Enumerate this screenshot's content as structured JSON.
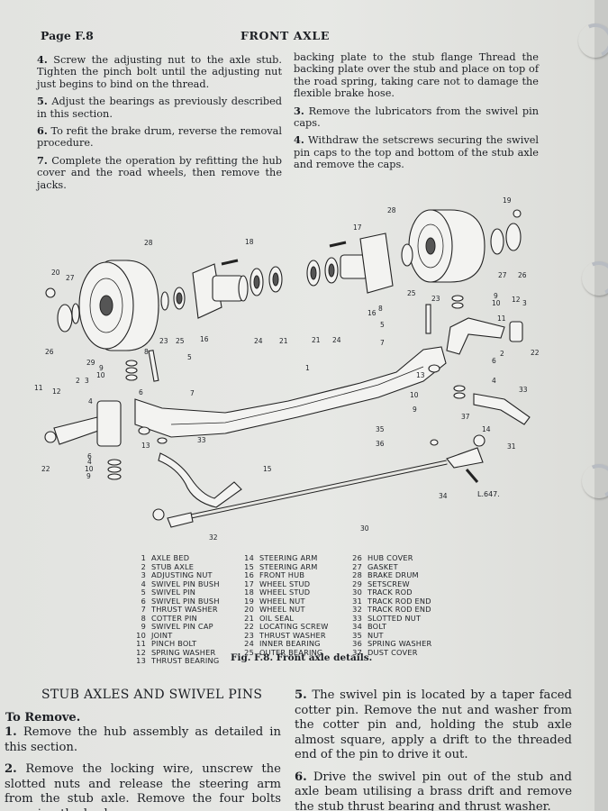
{
  "header": {
    "page_number": "Page F.8",
    "title": "FRONT AXLE"
  },
  "top_left": [
    {
      "num": "4.",
      "text": "Screw the adjusting nut to the axle stub. Tighten the pinch bolt until the adjusting nut just begins to bind on the thread."
    },
    {
      "num": "5.",
      "text": "Adjust the bearings as previously described in this section."
    },
    {
      "num": "6.",
      "text": "To refit the brake drum, reverse the removal procedure."
    },
    {
      "num": "7.",
      "text": "Complete the operation by refitting the hub cover and the road wheels, then remove the jacks."
    }
  ],
  "top_right": [
    {
      "num": "",
      "text": "backing plate to the stub flange  Thread the backing plate over the stub and place on top of the road spring, taking care not to damage the flexible brake hose."
    },
    {
      "num": "3.",
      "text": "Remove the lubricators from the swivel pin caps."
    },
    {
      "num": "4.",
      "text": "Withdraw the setscrews securing the swivel pin caps to the top and bottom of the stub axle and remove the caps."
    }
  ],
  "figure": {
    "drawing_code": "L.647.",
    "callouts": [
      "1",
      "2",
      "3",
      "4",
      "5",
      "6",
      "7",
      "8",
      "9",
      "10",
      "11",
      "12",
      "13",
      "14",
      "15",
      "16",
      "17",
      "18",
      "19",
      "20",
      "21",
      "22",
      "23",
      "24",
      "25",
      "26",
      "27",
      "28",
      "29",
      "30",
      "31",
      "32",
      "33",
      "34",
      "35",
      "36",
      "37"
    ]
  },
  "legend": [
    [
      {
        "n": "1",
        "t": "Axle bed"
      },
      {
        "n": "2",
        "t": "Stub axle"
      },
      {
        "n": "3",
        "t": "Adjusting nut"
      },
      {
        "n": "4",
        "t": "Swivel pin bush"
      },
      {
        "n": "5",
        "t": "Swivel pin"
      },
      {
        "n": "6",
        "t": "Swivel pin bush"
      },
      {
        "n": "7",
        "t": "Thrust washer"
      },
      {
        "n": "8",
        "t": "Cotter pin"
      },
      {
        "n": "9",
        "t": "Swivel pin cap"
      },
      {
        "n": "10",
        "t": "Joint"
      },
      {
        "n": "11",
        "t": "Pinch bolt"
      },
      {
        "n": "12",
        "t": "Spring washer"
      },
      {
        "n": "13",
        "t": "Thrust bearing"
      }
    ],
    [
      {
        "n": "14",
        "t": "Steering arm"
      },
      {
        "n": "15",
        "t": "Steering arm"
      },
      {
        "n": "16",
        "t": "Front hub"
      },
      {
        "n": "17",
        "t": "Wheel stud"
      },
      {
        "n": "18",
        "t": "Wheel stud"
      },
      {
        "n": "19",
        "t": "Wheel nut"
      },
      {
        "n": "20",
        "t": "Wheel nut"
      },
      {
        "n": "21",
        "t": "Oil seal"
      },
      {
        "n": "22",
        "t": "Locating screw"
      },
      {
        "n": "23",
        "t": "Thrust washer"
      },
      {
        "n": "24",
        "t": "Inner bearing"
      },
      {
        "n": "25",
        "t": "Outer bearing"
      }
    ],
    [
      {
        "n": "26",
        "t": "Hub cover"
      },
      {
        "n": "27",
        "t": "Gasket"
      },
      {
        "n": "28",
        "t": "Brake drum"
      },
      {
        "n": "29",
        "t": "Setscrew"
      },
      {
        "n": "30",
        "t": "Track rod"
      },
      {
        "n": "31",
        "t": "Track rod end"
      },
      {
        "n": "32",
        "t": "Track rod end"
      },
      {
        "n": "33",
        "t": "Slotted nut"
      },
      {
        "n": "34",
        "t": "Bolt"
      },
      {
        "n": "35",
        "t": "Nut"
      },
      {
        "n": "36",
        "t": "Spring washer"
      },
      {
        "n": "37",
        "t": "Dust cover"
      }
    ]
  ],
  "caption": "Fig. F.8.  Front axle details.",
  "section_title": "STUB AXLES AND SWIVEL PINS",
  "sub_title": "To Remove.",
  "bottom_left": [
    {
      "num": "1.",
      "text": "Remove the hub assembly as detailed in this section."
    },
    {
      "num": "2.",
      "text": "Remove the locking wire, unscrew the slotted nuts and release the steering arm from the stub axle.  Remove the four bolts securing the brake"
    }
  ],
  "bottom_right": [
    {
      "num": "5.",
      "text": "The swivel pin is located by a taper faced cotter pin.  Remove the nut and washer from the cotter pin and, holding the stub axle almost square, apply a drift to the threaded end of the pin to drive it out."
    },
    {
      "num": "6.",
      "text": "Drive the swivel pin out of the stub and axle beam utilising a brass drift and remove the stub thrust bearing and thrust washer."
    }
  ]
}
